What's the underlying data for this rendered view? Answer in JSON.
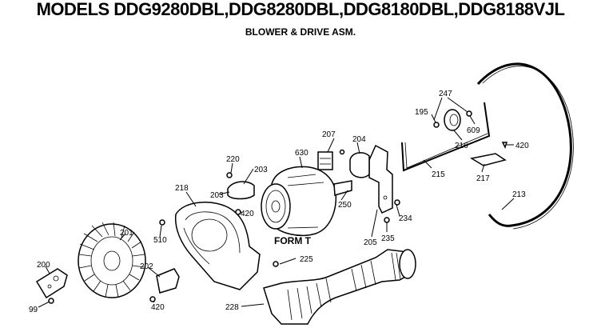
{
  "header": {
    "title": "MODELS DDG9280DBL,DDG8280DBL,DDG8180DBL,DDG8188VJL",
    "subtitle": "BLOWER & DRIVE ASM."
  },
  "callouts": {
    "c195": "195",
    "c247": "247",
    "c609": "609",
    "c216": "216",
    "c420a": "420",
    "c215": "215",
    "c217": "217",
    "c213": "213",
    "c207": "207",
    "c204": "204",
    "c630": "630",
    "c220": "220",
    "c203a": "203",
    "c203b": "203",
    "c420b": "420",
    "c250": "250",
    "c218": "218",
    "c234": "234",
    "c235": "235",
    "c205": "205",
    "c201": "201",
    "c510": "510",
    "c225": "225",
    "c200": "200",
    "c202": "202",
    "c99": "99",
    "c420c": "420",
    "c228": "228",
    "formT": "FORM T"
  }
}
